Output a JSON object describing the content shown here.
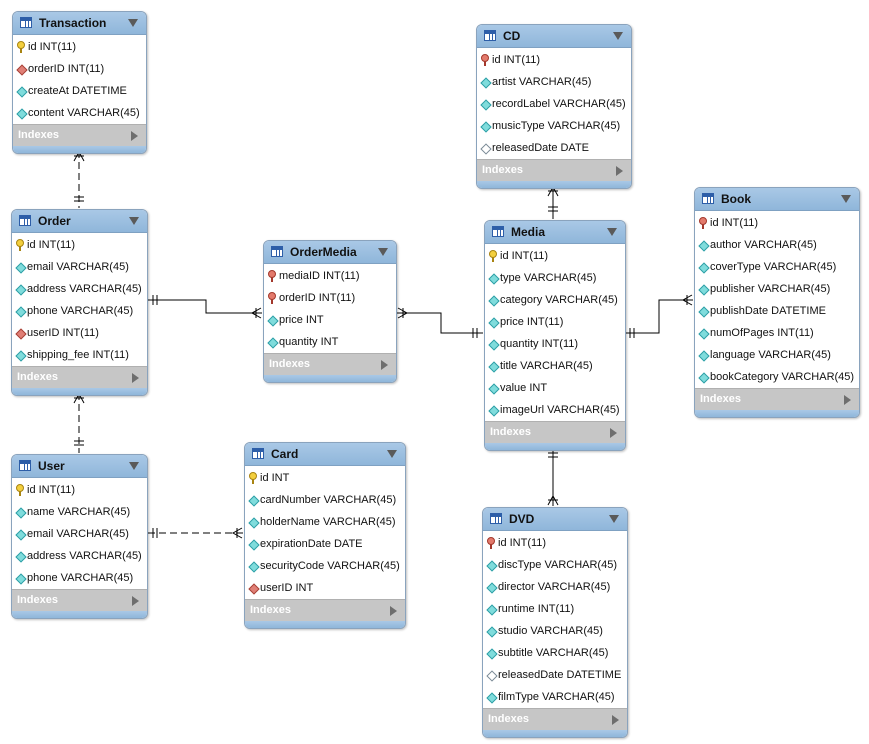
{
  "tables": {
    "transaction": {
      "name": "Transaction",
      "columns": [
        {
          "label": "id INT(11)",
          "icon": "primary-key-icon"
        },
        {
          "label": "orderID INT(11)",
          "icon": "foreign-key-icon"
        },
        {
          "label": "createAt DATETIME",
          "icon": "not-null-column-icon"
        },
        {
          "label": "content VARCHAR(45)",
          "icon": "not-null-column-icon"
        }
      ],
      "indexes_label": "Indexes"
    },
    "order": {
      "name": "Order",
      "columns": [
        {
          "label": "id INT(11)",
          "icon": "primary-key-icon"
        },
        {
          "label": "email VARCHAR(45)",
          "icon": "not-null-column-icon"
        },
        {
          "label": "address VARCHAR(45)",
          "icon": "not-null-column-icon"
        },
        {
          "label": "phone VARCHAR(45)",
          "icon": "not-null-column-icon"
        },
        {
          "label": "userID INT(11)",
          "icon": "foreign-key-icon"
        },
        {
          "label": "shipping_fee INT(11)",
          "icon": "not-null-column-icon"
        }
      ],
      "indexes_label": "Indexes"
    },
    "user": {
      "name": "User",
      "columns": [
        {
          "label": "id INT(11)",
          "icon": "primary-key-icon"
        },
        {
          "label": "name VARCHAR(45)",
          "icon": "not-null-column-icon"
        },
        {
          "label": "email VARCHAR(45)",
          "icon": "not-null-column-icon"
        },
        {
          "label": "address VARCHAR(45)",
          "icon": "not-null-column-icon"
        },
        {
          "label": "phone VARCHAR(45)",
          "icon": "not-null-column-icon"
        }
      ],
      "indexes_label": "Indexes"
    },
    "ordermedia": {
      "name": "OrderMedia",
      "columns": [
        {
          "label": "mediaID INT(11)",
          "icon": "primary-foreign-key-icon"
        },
        {
          "label": "orderID INT(11)",
          "icon": "primary-foreign-key-icon"
        },
        {
          "label": "price INT",
          "icon": "not-null-column-icon"
        },
        {
          "label": "quantity INT",
          "icon": "not-null-column-icon"
        }
      ],
      "indexes_label": "Indexes"
    },
    "card": {
      "name": "Card",
      "columns": [
        {
          "label": "id INT",
          "icon": "primary-key-icon"
        },
        {
          "label": "cardNumber VARCHAR(45)",
          "icon": "not-null-column-icon"
        },
        {
          "label": "holderName VARCHAR(45)",
          "icon": "not-null-column-icon"
        },
        {
          "label": "expirationDate DATE",
          "icon": "not-null-column-icon"
        },
        {
          "label": "securityCode VARCHAR(45)",
          "icon": "not-null-column-icon"
        },
        {
          "label": "userID INT",
          "icon": "foreign-key-icon"
        }
      ],
      "indexes_label": "Indexes"
    },
    "cd": {
      "name": "CD",
      "columns": [
        {
          "label": "id INT(11)",
          "icon": "primary-foreign-key-icon"
        },
        {
          "label": "artist VARCHAR(45)",
          "icon": "not-null-column-icon"
        },
        {
          "label": "recordLabel VARCHAR(45)",
          "icon": "not-null-column-icon"
        },
        {
          "label": "musicType VARCHAR(45)",
          "icon": "not-null-column-icon"
        },
        {
          "label": "releasedDate DATE",
          "icon": "nullable-column-icon"
        }
      ],
      "indexes_label": "Indexes"
    },
    "media": {
      "name": "Media",
      "columns": [
        {
          "label": "id INT(11)",
          "icon": "primary-key-icon"
        },
        {
          "label": "type VARCHAR(45)",
          "icon": "not-null-column-icon"
        },
        {
          "label": "category VARCHAR(45)",
          "icon": "not-null-column-icon"
        },
        {
          "label": "price INT(11)",
          "icon": "not-null-column-icon"
        },
        {
          "label": "quantity INT(11)",
          "icon": "not-null-column-icon"
        },
        {
          "label": "title VARCHAR(45)",
          "icon": "not-null-column-icon"
        },
        {
          "label": "value INT",
          "icon": "not-null-column-icon"
        },
        {
          "label": "imageUrl VARCHAR(45)",
          "icon": "not-null-column-icon"
        }
      ],
      "indexes_label": "Indexes"
    },
    "book": {
      "name": "Book",
      "columns": [
        {
          "label": "id INT(11)",
          "icon": "primary-foreign-key-icon"
        },
        {
          "label": "author VARCHAR(45)",
          "icon": "not-null-column-icon"
        },
        {
          "label": "coverType VARCHAR(45)",
          "icon": "not-null-column-icon"
        },
        {
          "label": "publisher VARCHAR(45)",
          "icon": "not-null-column-icon"
        },
        {
          "label": "publishDate DATETIME",
          "icon": "not-null-column-icon"
        },
        {
          "label": "numOfPages INT(11)",
          "icon": "not-null-column-icon"
        },
        {
          "label": "language VARCHAR(45)",
          "icon": "not-null-column-icon"
        },
        {
          "label": "bookCategory VARCHAR(45)",
          "icon": "not-null-column-icon"
        }
      ],
      "indexes_label": "Indexes"
    },
    "dvd": {
      "name": "DVD",
      "columns": [
        {
          "label": "id INT(11)",
          "icon": "primary-foreign-key-icon"
        },
        {
          "label": "discType VARCHAR(45)",
          "icon": "not-null-column-icon"
        },
        {
          "label": "director VARCHAR(45)",
          "icon": "not-null-column-icon"
        },
        {
          "label": "runtime INT(11)",
          "icon": "not-null-column-icon"
        },
        {
          "label": "studio VARCHAR(45)",
          "icon": "not-null-column-icon"
        },
        {
          "label": "subtitle VARCHAR(45)",
          "icon": "not-null-column-icon"
        },
        {
          "label": "releasedDate DATETIME",
          "icon": "nullable-column-icon"
        },
        {
          "label": "filmType VARCHAR(45)",
          "icon": "not-null-column-icon"
        }
      ],
      "indexes_label": "Indexes"
    }
  }
}
